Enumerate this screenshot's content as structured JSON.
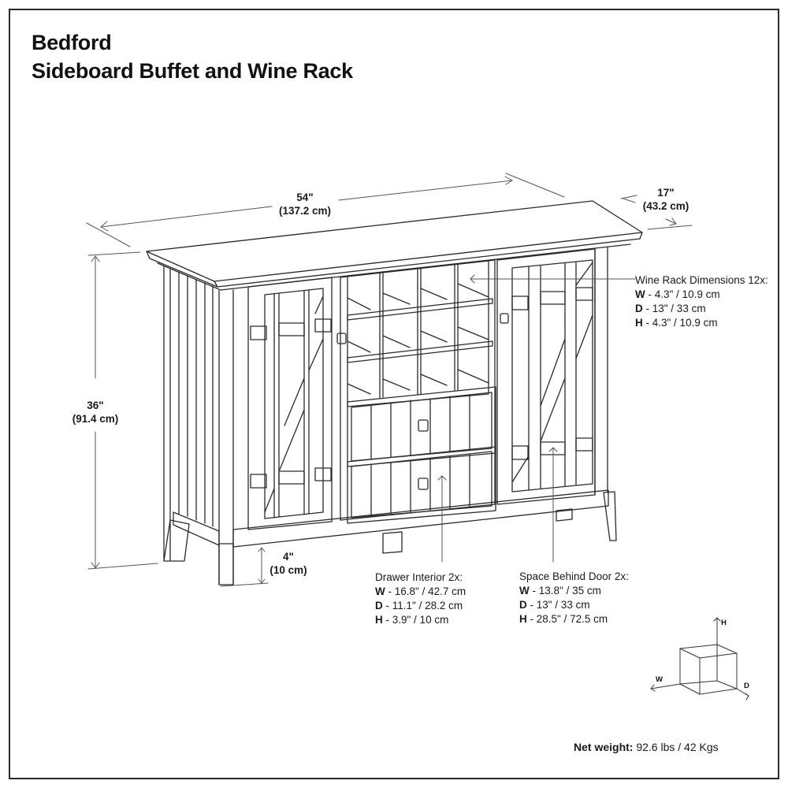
{
  "title": {
    "line1": "Bedford",
    "line2": "Sideboard Buffet and Wine Rack"
  },
  "dimensions": {
    "width": {
      "imperial": "54\"",
      "metric": "(137.2 cm)"
    },
    "depth": {
      "imperial": "17\"",
      "metric": "(43.2 cm)"
    },
    "height": {
      "imperial": "36\"",
      "metric": "(91.4 cm)"
    },
    "leg_clearance": {
      "imperial": "4\"",
      "metric": "(10 cm)"
    }
  },
  "wine_rack": {
    "heading": "Wine Rack Dimensions 12x:",
    "rows": [
      {
        "key": "W",
        "value": " - 4.3\" / 10.9 cm"
      },
      {
        "key": "D",
        "value": " - 13\" / 33 cm"
      },
      {
        "key": "H",
        "value": " - 4.3\" / 10.9 cm"
      }
    ]
  },
  "drawer_interior": {
    "heading": "Drawer Interior 2x:",
    "rows": [
      {
        "key": "W",
        "value": " - 16.8\" / 42.7 cm"
      },
      {
        "key": "D",
        "value": " - 11.1\" / 28.2 cm"
      },
      {
        "key": "H",
        "value": " - 3.9\" / 10 cm"
      }
    ]
  },
  "space_behind_door": {
    "heading": "Space Behind Door 2x:",
    "rows": [
      {
        "key": "W",
        "value": " - 13.8\" / 35 cm"
      },
      {
        "key": "D",
        "value": " -  13\" / 33 cm"
      },
      {
        "key": "H",
        "value": " - 28.5\" / 72.5 cm"
      }
    ]
  },
  "axis_legend": {
    "h": "H",
    "w": "W",
    "d": "D"
  },
  "net_weight": {
    "label": "Net weight:",
    "value": " 92.6 lbs / 42 Kgs"
  },
  "colors": {
    "line": "#2a2a2a",
    "text": "#1a1a1a",
    "background": "#ffffff"
  }
}
